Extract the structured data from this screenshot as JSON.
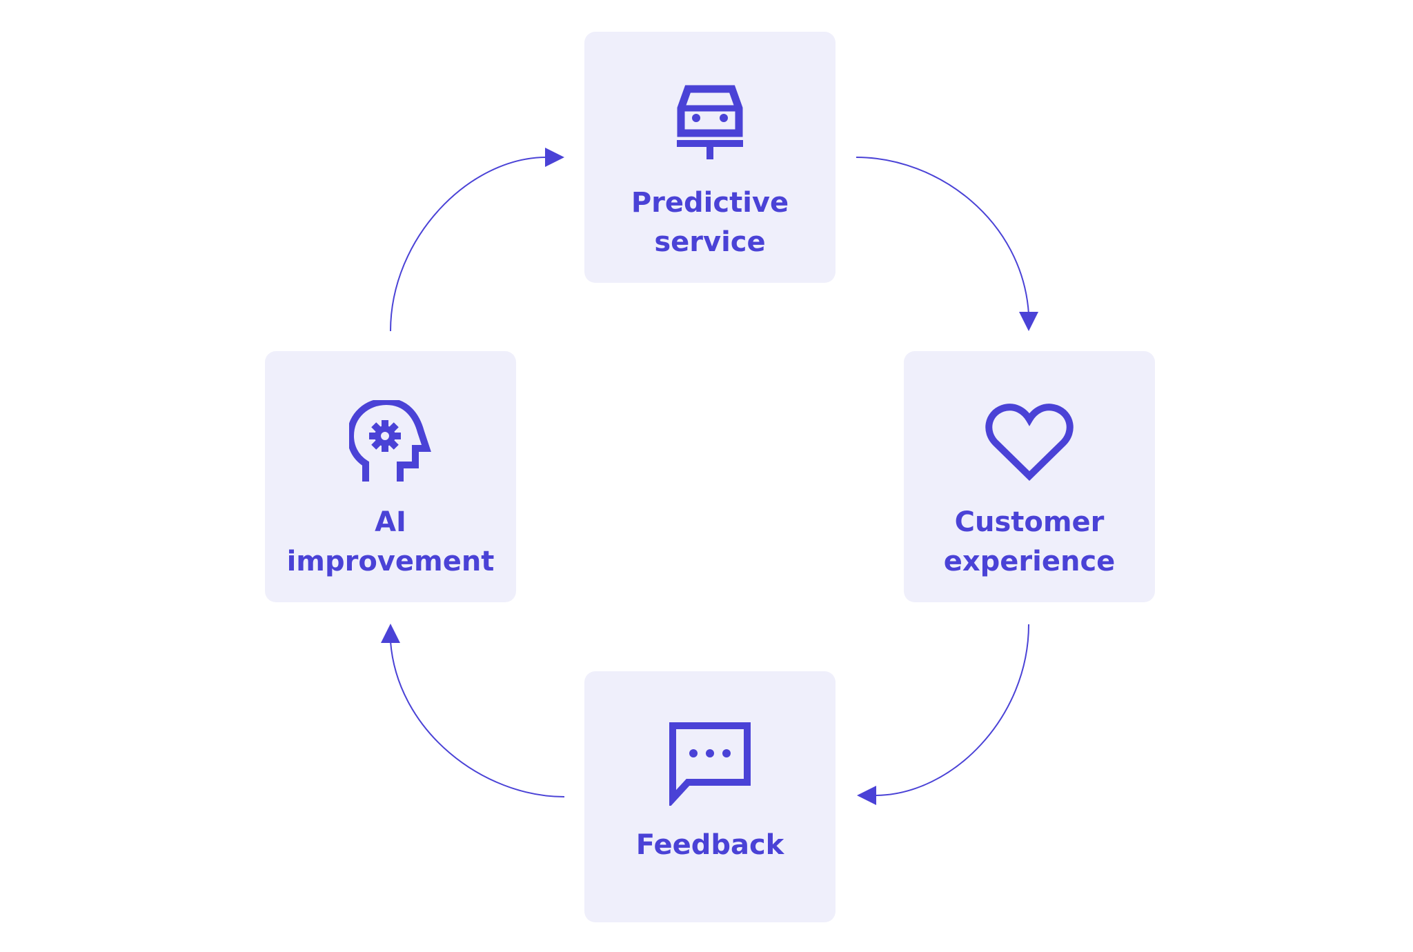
{
  "diagram": {
    "accent_color": "#4a42d6",
    "card_background": "#efeffb",
    "nodes": [
      {
        "id": "predictive",
        "label": "Predictive\nservice",
        "icon": "car-on-lift-icon"
      },
      {
        "id": "customer",
        "label": "Customer\nexperience",
        "icon": "heart-icon"
      },
      {
        "id": "feedback",
        "label": "Feedback",
        "icon": "chat-bubble-icon"
      },
      {
        "id": "ai",
        "label": "AI\nimprovement",
        "icon": "head-gear-icon"
      }
    ],
    "edges": [
      {
        "from": "predictive",
        "to": "customer"
      },
      {
        "from": "customer",
        "to": "feedback"
      },
      {
        "from": "feedback",
        "to": "ai"
      },
      {
        "from": "ai",
        "to": "predictive"
      }
    ]
  }
}
